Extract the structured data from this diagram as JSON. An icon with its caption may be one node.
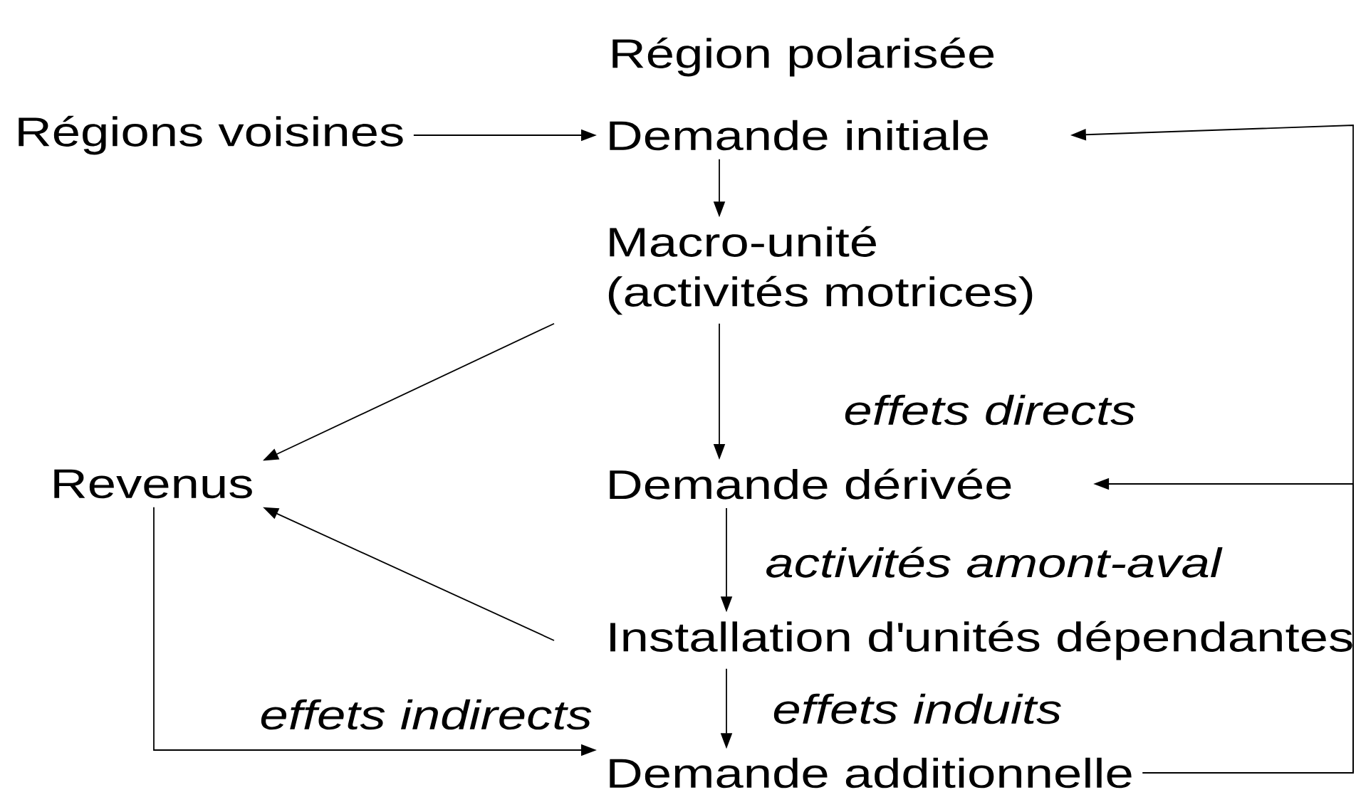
{
  "diagram": {
    "nodes": [
      {
        "text": [
          "Régions voisines"
        ]
      },
      {
        "text": [
          "Demande initiale"
        ]
      },
      {
        "text": [
          "Macro-unité (activités motrices)"
        ]
      },
      {
        "text": [
          "Revenus"
        ]
      },
      {
        "text": [
          "Demande dérivée"
        ]
      },
      {
        "text": [
          "Installation d'unités dépendantes"
        ]
      },
      {
        "text": [
          "Demande additionnelle"
        ]
      }
    ],
    "edges": [
      {
        "from": 0,
        "to": 1,
        "arrow": "to"
      },
      {
        "from": 1,
        "to": 2,
        "arrow": "to"
      },
      {
        "from": 2,
        "to": 3,
        "arrow": "to"
      },
      {
        "from": 2,
        "to": 4,
        "arrow": "to",
        "label": "effets directs"
      },
      {
        "from": 4,
        "to": 5,
        "arrow": "to",
        "label": "activités amont-aval"
      },
      {
        "from": 5,
        "to": 3,
        "arrow": "to"
      },
      {
        "from": 5,
        "to": 6,
        "arrow": "to",
        "label": "effets induits"
      },
      {
        "from": 3,
        "to": 6,
        "arrow": "to",
        "label": "effets indirects"
      },
      {
        "from": 6,
        "to": 4,
        "arrow": "to"
      },
      {
        "from": 6,
        "to": 1,
        "arrow": "to"
      }
    ],
    "labels": [
      "Région polarisée"
    ]
  }
}
